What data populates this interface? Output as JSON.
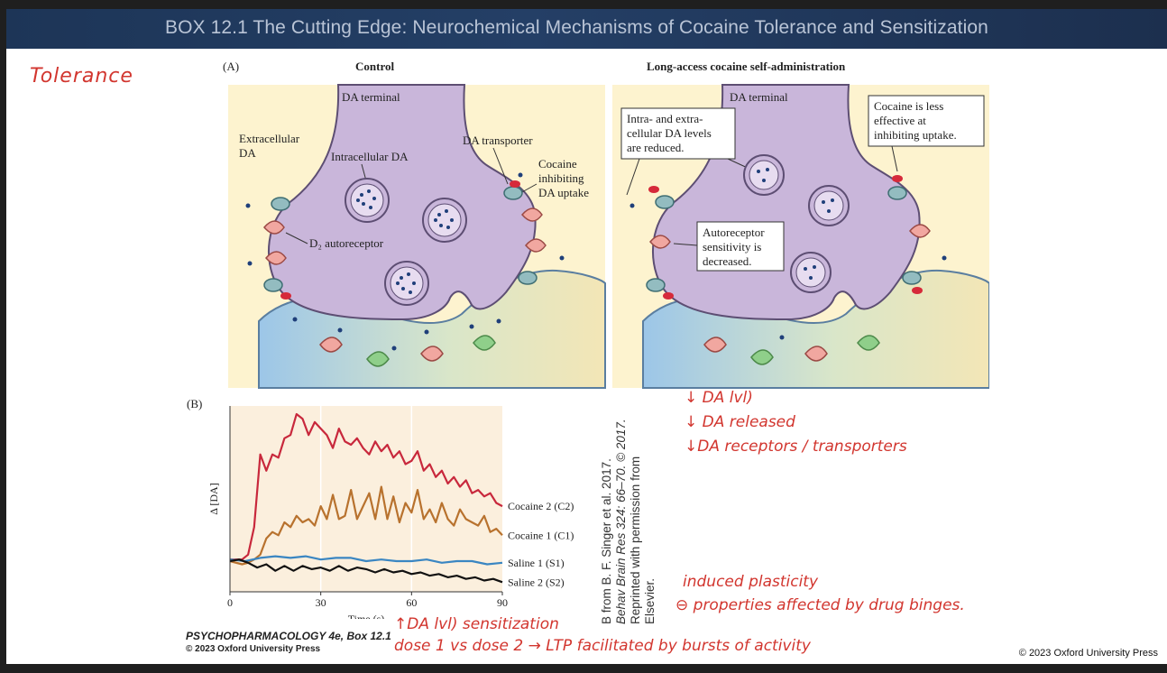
{
  "slide": {
    "title": "BOX 12.1  The Cutting Edge: Neurochemical Mechanisms of Cocaine Tolerance and Sensitization",
    "handwritten_tolerance": "Tolerance"
  },
  "figure_a": {
    "label": "(A)",
    "control": {
      "title": "Control",
      "da_terminal": "DA terminal",
      "extracellular_da_1": "Extracellular",
      "extracellular_da_2": "DA",
      "intracellular_da": "Intracellular DA",
      "da_transporter": "DA transporter",
      "cocaine_1": "Cocaine",
      "cocaine_2": "inhibiting",
      "cocaine_3": "DA uptake",
      "d2_autoreceptor": "D₂ autoreceptor"
    },
    "long_access": {
      "title": "Long-access cocaine self-administration",
      "da_terminal": "DA terminal",
      "callout_levels_1": "Intra- and extra-",
      "callout_levels_2": "cellular DA levels",
      "callout_levels_3": "are reduced.",
      "callout_cocaine_1": "Cocaine is less",
      "callout_cocaine_2": "effective at",
      "callout_cocaine_3": "inhibiting uptake.",
      "callout_auto_1": "Autoreceptor",
      "callout_auto_2": "sensitivity is",
      "callout_auto_3": "decreased."
    }
  },
  "figure_b": {
    "label": "(B)",
    "credit_1": "B from B. F. Singer et al. 2017.",
    "credit_2": "Behav Brain Res 324: 66–70. © 2017.",
    "credit_3": "Reprinted with permission from",
    "credit_4": "Elsevier."
  },
  "chart_data": {
    "type": "line",
    "xlabel": "Time (s)",
    "ylabel": "Δ [DA]",
    "xlim": [
      0,
      90
    ],
    "xticks": [
      0,
      30,
      60,
      90
    ],
    "grid": "vertical lines at 30 and 60",
    "legend": "inline labels at right end",
    "series": [
      {
        "name": "Cocaine 2 (C2)",
        "color": "#c8283c",
        "x": [
          0,
          4,
          6,
          8,
          10,
          12,
          14,
          16,
          18,
          20,
          22,
          24,
          26,
          28,
          30,
          32,
          34,
          36,
          38,
          40,
          42,
          44,
          46,
          48,
          50,
          52,
          54,
          56,
          58,
          60,
          62,
          64,
          66,
          68,
          70,
          72,
          74,
          76,
          78,
          80,
          82,
          84,
          86,
          88,
          90
        ],
        "y": [
          0.05,
          0.05,
          0.08,
          0.25,
          0.7,
          0.6,
          0.7,
          0.68,
          0.8,
          0.82,
          0.95,
          0.92,
          0.82,
          0.9,
          0.86,
          0.82,
          0.74,
          0.86,
          0.78,
          0.76,
          0.8,
          0.74,
          0.7,
          0.78,
          0.72,
          0.76,
          0.68,
          0.72,
          0.64,
          0.66,
          0.72,
          0.6,
          0.64,
          0.56,
          0.6,
          0.52,
          0.56,
          0.5,
          0.54,
          0.46,
          0.48,
          0.44,
          0.46,
          0.4,
          0.38
        ]
      },
      {
        "name": "Cocaine 1 (C1)",
        "color": "#b8722e",
        "x": [
          0,
          4,
          6,
          8,
          10,
          12,
          14,
          16,
          18,
          20,
          22,
          24,
          26,
          28,
          30,
          32,
          34,
          36,
          38,
          40,
          42,
          44,
          46,
          48,
          50,
          52,
          54,
          56,
          58,
          60,
          62,
          64,
          66,
          68,
          70,
          72,
          74,
          76,
          78,
          80,
          82,
          84,
          86,
          88,
          90
        ],
        "y": [
          0.04,
          0.02,
          0.03,
          0.05,
          0.08,
          0.18,
          0.22,
          0.2,
          0.28,
          0.25,
          0.32,
          0.28,
          0.3,
          0.26,
          0.38,
          0.3,
          0.45,
          0.3,
          0.32,
          0.48,
          0.3,
          0.38,
          0.46,
          0.3,
          0.5,
          0.3,
          0.44,
          0.28,
          0.4,
          0.34,
          0.48,
          0.3,
          0.36,
          0.28,
          0.4,
          0.3,
          0.26,
          0.36,
          0.3,
          0.28,
          0.26,
          0.32,
          0.22,
          0.24,
          0.2
        ]
      },
      {
        "name": "Saline 1 (S1)",
        "color": "#3a86c2",
        "x": [
          0,
          5,
          10,
          15,
          20,
          25,
          30,
          35,
          40,
          45,
          50,
          55,
          60,
          65,
          70,
          75,
          80,
          85,
          90
        ],
        "y": [
          0.05,
          0.04,
          0.06,
          0.07,
          0.06,
          0.07,
          0.05,
          0.06,
          0.06,
          0.04,
          0.05,
          0.04,
          0.04,
          0.05,
          0.03,
          0.04,
          0.04,
          0.02,
          0.03
        ]
      },
      {
        "name": "Saline 2 (S2)",
        "color": "#111111",
        "x": [
          0,
          3,
          6,
          9,
          12,
          15,
          18,
          21,
          24,
          27,
          30,
          33,
          36,
          39,
          42,
          45,
          48,
          51,
          54,
          57,
          60,
          63,
          66,
          69,
          72,
          75,
          78,
          81,
          84,
          87,
          90
        ],
        "y": [
          0.04,
          0.05,
          0.03,
          0.0,
          0.02,
          -0.02,
          0.01,
          -0.02,
          0.01,
          -0.01,
          0.0,
          -0.02,
          0.01,
          -0.02,
          0.0,
          -0.01,
          -0.03,
          -0.01,
          -0.03,
          -0.02,
          -0.04,
          -0.03,
          -0.05,
          -0.04,
          -0.06,
          -0.05,
          -0.07,
          -0.06,
          -0.08,
          -0.07,
          -0.09
        ]
      }
    ]
  },
  "annotations": {
    "da_lvl": "↓ DA lvl)",
    "da_released": "↓ DA released",
    "da_receptors": "↓DA receptors / transporters",
    "plasticity_1": "induced plasticity",
    "plasticity_2": "⊖ properties affected by drug binges.",
    "sensitization_1": "↑DA lvl) sensitization",
    "sensitization_2": "dose 1 vs dose 2 → LTP facilitated by bursts of activity"
  },
  "footer": {
    "book": "PSYCHOPHARMACOLOGY 4e, Box 12.1",
    "book_copyright": "© 2023 Oxford University Press",
    "copyright_right": "© 2023 Oxford University Press"
  },
  "colors": {
    "neuron": "#c9b6da",
    "neuron_edge": "#5d4e73",
    "postsynaptic": "#a9cbe6",
    "synapse_bg": "#fdf3cf",
    "transporter": "#93bcc0",
    "autoreceptor": "#f1a7a0",
    "cocaine": "#d62a3a",
    "receptor_green": "#8fcf8a",
    "dot": "#1f3f7a"
  }
}
